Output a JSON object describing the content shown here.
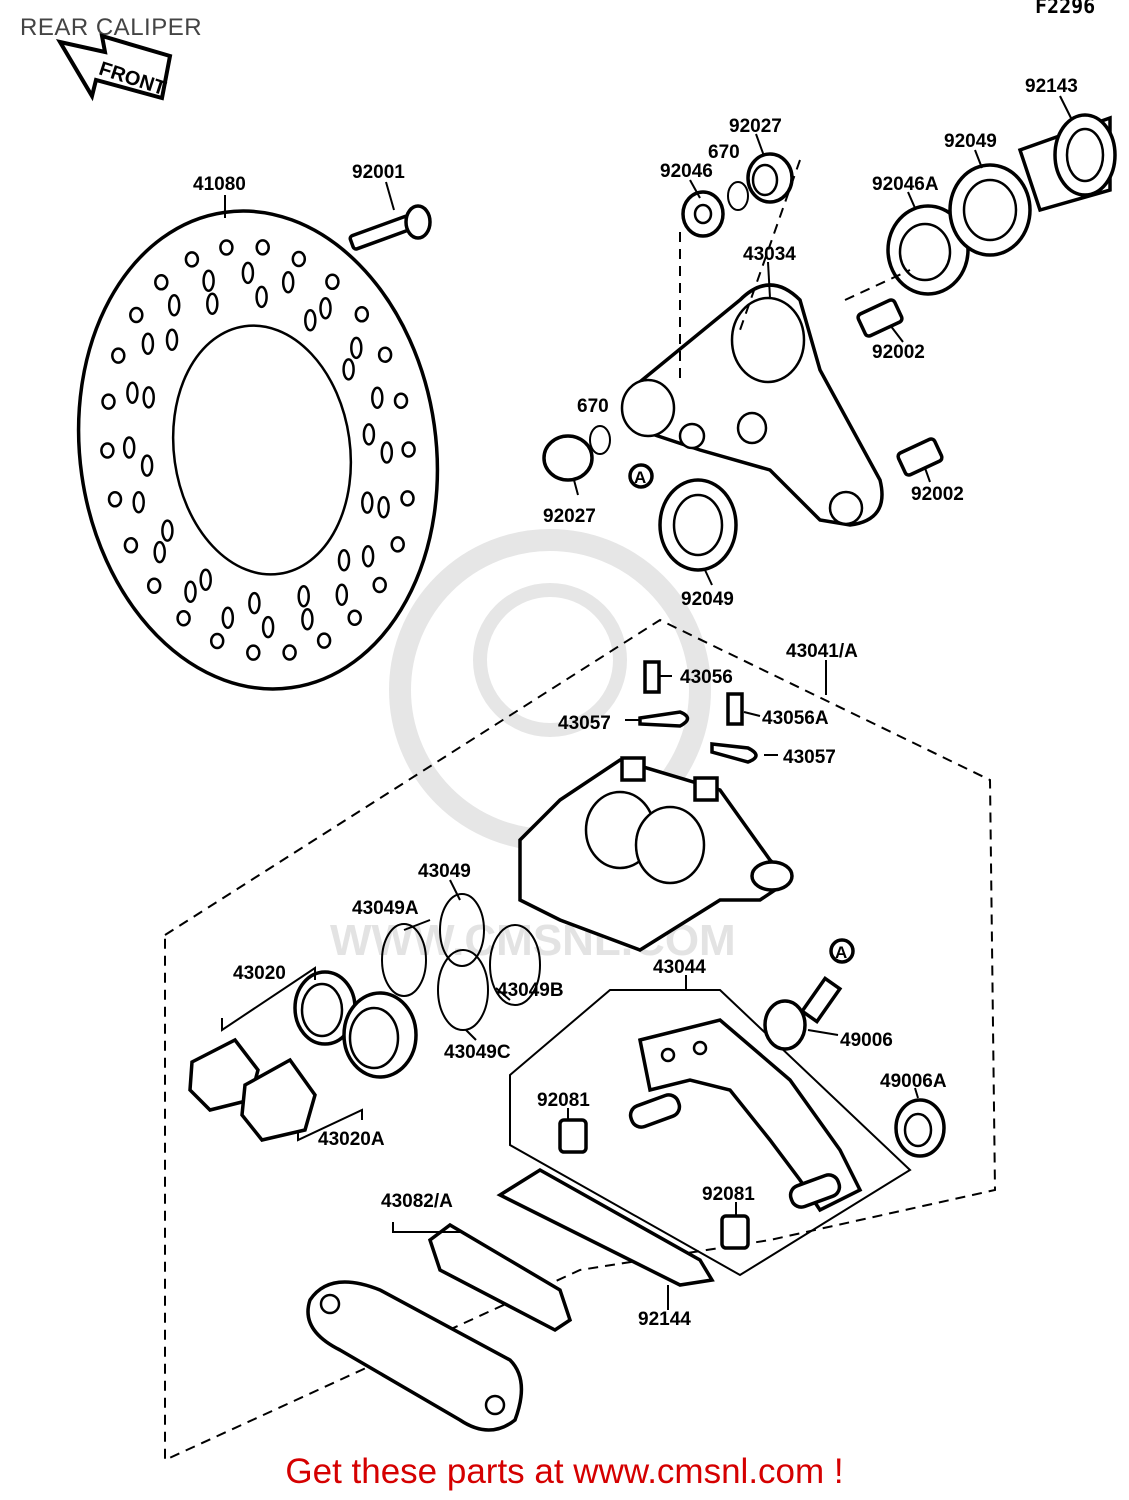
{
  "header": {
    "title": "REAR CALIPER",
    "figure_code": "F2296"
  },
  "diagram": {
    "front_arrow_label": "FRONT",
    "watermark": "WWW.CMSNL.COM",
    "ref_marker": "A",
    "parts": {
      "p41080": "41080",
      "p92001": "92001",
      "p92027_top": "92027",
      "p670_top": "670",
      "p92046": "92046",
      "p92143": "92143",
      "p92049_top": "92049",
      "p92046A": "92046A",
      "p43034": "43034",
      "p92002_upper": "92002",
      "p670_mid": "670",
      "p92027_mid": "92027",
      "p92002_lower": "92002",
      "p92049_mid": "92049",
      "p43041A": "43041/A",
      "p43056": "43056",
      "p43057_left": "43057",
      "p43056A": "43056A",
      "p43057_right": "43057",
      "p43049": "43049",
      "p43049A": "43049A",
      "p43020": "43020",
      "p43049B": "43049B",
      "p43049C": "43049C",
      "p43044": "43044",
      "p49006": "49006",
      "p49006A": "49006A",
      "p92081_left": "92081",
      "p43020A": "43020A",
      "p92081_right": "92081",
      "p43082A": "43082/A",
      "p92144": "92144"
    }
  },
  "footer": {
    "cta": "Get these parts at www.cmsnl.com !"
  }
}
